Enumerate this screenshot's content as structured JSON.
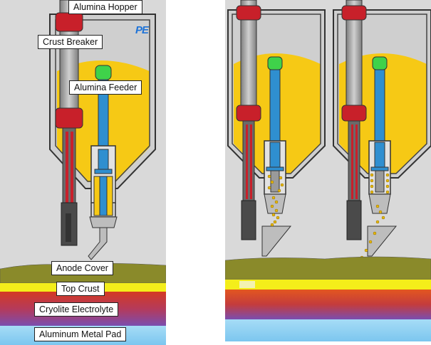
{
  "labels": {
    "alumina_hopper": "Alumina Hopper",
    "crust_breaker": "Crust Breaker",
    "alumina_feeder": "Alumina Feeder",
    "anode_cover": "Anode Cover",
    "top_crust": "Top Crust",
    "cryolite_electrolyte": "Cryolite Electrolyte",
    "aluminum_metal_pad": "Aluminum Metal Pad"
  },
  "logo": "PE",
  "colors": {
    "background": "#d9d9d9",
    "hopper_fill": "#f6c915",
    "crust_breaker_body": "#9a9a9a",
    "crust_breaker_collar": "#c8202a",
    "feeder_tube": "#2f8fd0",
    "feeder_cap": "#3fd24a",
    "anode_cover": "#8a8a2a",
    "top_crust": "#f4ee1a",
    "electrolyte_top": "#c0392b",
    "electrolyte_bottom": "#7a4db0",
    "metal_pad": "#8ecff2",
    "logo": "#1e73d8"
  }
}
